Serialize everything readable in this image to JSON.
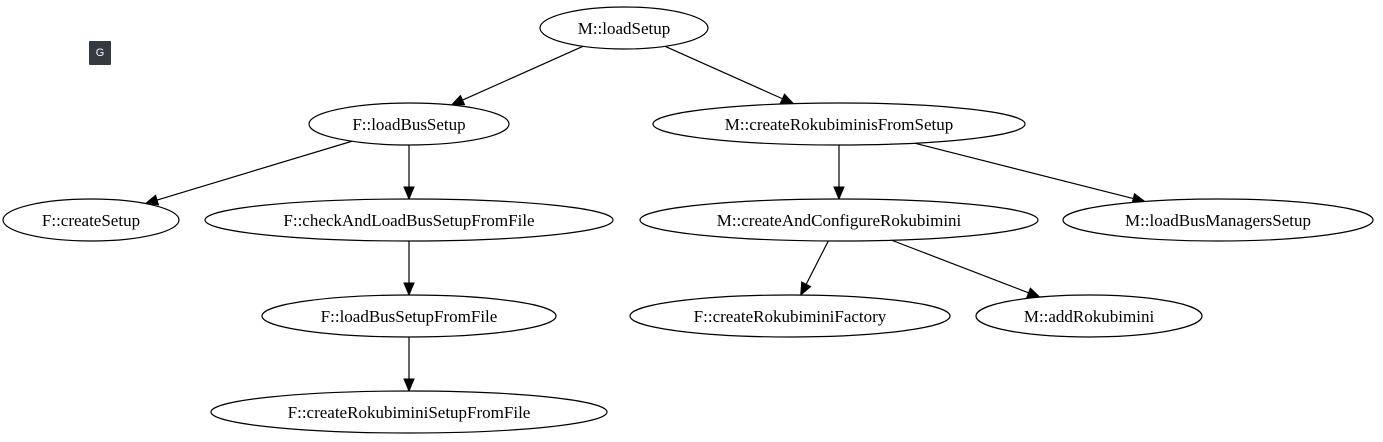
{
  "badge": {
    "label": "G"
  },
  "graph": {
    "nodes": [
      {
        "id": "loadSetup",
        "label": "M::loadSetup"
      },
      {
        "id": "loadBusSetup",
        "label": "F::loadBusSetup"
      },
      {
        "id": "createRokubiminisFromSetup",
        "label": "M::createRokubiminisFromSetup"
      },
      {
        "id": "createSetup",
        "label": "F::createSetup"
      },
      {
        "id": "checkAndLoadBusSetupFromFile",
        "label": "F::checkAndLoadBusSetupFromFile"
      },
      {
        "id": "createAndConfigureRokubimini",
        "label": "M::createAndConfigureRokubimini"
      },
      {
        "id": "loadBusManagersSetup",
        "label": "M::loadBusManagersSetup"
      },
      {
        "id": "loadBusSetupFromFile",
        "label": "F::loadBusSetupFromFile"
      },
      {
        "id": "createRokubiminiFactory",
        "label": "F::createRokubiminiFactory"
      },
      {
        "id": "addRokubimini",
        "label": "M::addRokubimini"
      },
      {
        "id": "createRokubiminiSetupFromFile",
        "label": "F::createRokubiminiSetupFromFile"
      }
    ],
    "edges": [
      {
        "from": "loadSetup",
        "to": "loadBusSetup"
      },
      {
        "from": "loadSetup",
        "to": "createRokubiminisFromSetup"
      },
      {
        "from": "loadBusSetup",
        "to": "createSetup"
      },
      {
        "from": "loadBusSetup",
        "to": "checkAndLoadBusSetupFromFile"
      },
      {
        "from": "checkAndLoadBusSetupFromFile",
        "to": "loadBusSetupFromFile"
      },
      {
        "from": "loadBusSetupFromFile",
        "to": "createRokubiminiSetupFromFile"
      },
      {
        "from": "createRokubiminisFromSetup",
        "to": "createAndConfigureRokubimini"
      },
      {
        "from": "createRokubiminisFromSetup",
        "to": "loadBusManagersSetup"
      },
      {
        "from": "createAndConfigureRokubimini",
        "to": "createRokubiminiFactory"
      },
      {
        "from": "createAndConfigureRokubimini",
        "to": "addRokubimini"
      }
    ]
  }
}
